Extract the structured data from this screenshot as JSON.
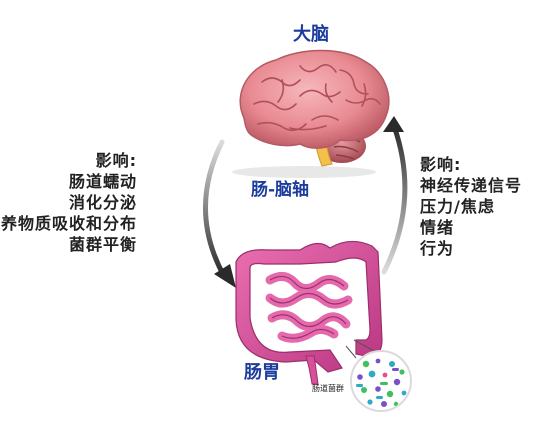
{
  "labels": {
    "brain": "大脑",
    "axis": "肠-脑轴",
    "gut": "肠胃",
    "microbiome": "肠道菌群"
  },
  "left_block": {
    "heading": "影响:",
    "items": [
      "肠道蠕动",
      "消化分泌",
      "营养物质吸收和分布",
      "菌群平衡"
    ]
  },
  "right_block": {
    "heading": "影响:",
    "items": [
      "神经传递信号",
      "压力/焦虑",
      "情绪",
      "行为"
    ]
  },
  "colors": {
    "title": "#1b3c9c",
    "brain": "#e98a92",
    "gut": "#d9509a",
    "arrow": "#2a2a2a"
  },
  "icons": {
    "brain": "brain-illustration",
    "gut": "intestine-illustration",
    "microbiome": "bacteria-magnifier",
    "arrows": "circular-arrows"
  }
}
